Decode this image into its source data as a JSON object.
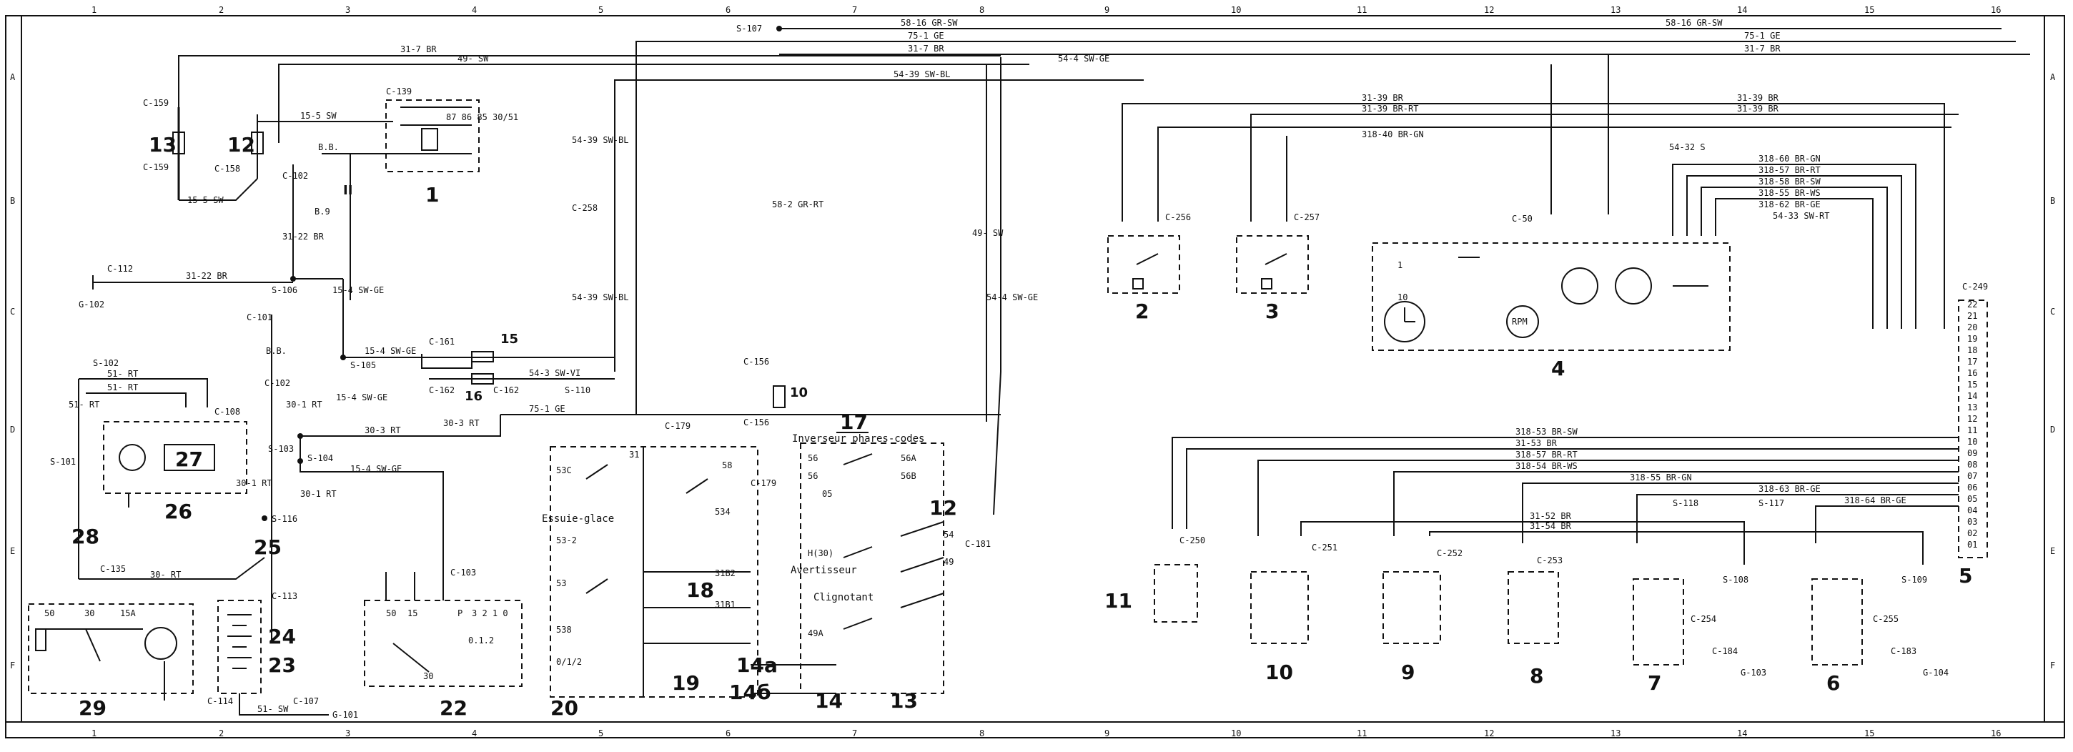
{
  "grid": {
    "columns": [
      "1",
      "2",
      "3",
      "4",
      "5",
      "6",
      "7",
      "8",
      "9",
      "10",
      "11",
      "12",
      "13",
      "14",
      "15",
      "16"
    ],
    "rows": [
      "A",
      "B",
      "C",
      "D",
      "E",
      "F"
    ]
  },
  "components": {
    "c1": "1",
    "c2": "2",
    "c3": "3",
    "c4": "4",
    "c5": "5",
    "c6": "6",
    "c7": "7",
    "c8": "8",
    "c9": "9",
    "c10": "10",
    "c10b": "10",
    "c11": "11",
    "c12": "12",
    "c12b": "12",
    "c13": "13",
    "c13b": "13",
    "c14": "14",
    "c14a": "14a",
    "c14b": "14б",
    "c15": "15",
    "c16": "16",
    "c17": "17",
    "c18": "18",
    "c19": "19",
    "c20": "20",
    "c22": "22",
    "c23": "23",
    "c24": "24",
    "c25": "25",
    "c26": "26",
    "c27": "27",
    "c28": "28",
    "c29": "29",
    "roman2": "II"
  },
  "top_wires": [
    "31-7 BR",
    "49- SW",
    "58-16 GR-SW",
    "75-1 GE",
    "31-7 BR",
    "54-4 SW-GE",
    "54-39 SW-BL"
  ],
  "right_top_wires": [
    "58-16 GR-SW",
    "75-1 GE",
    "31-7 BR"
  ],
  "gauge_wires": [
    "31-39 BR",
    "31-39 BR-RT",
    "318-40 BR-GN",
    "31-39 BR",
    "31-39 BR"
  ],
  "lamp_wires": [
    "54-32 S",
    "318-60 BR-GN",
    "318-57 BR-RT",
    "318-58 BR-SW",
    "318-55 BR-WS",
    "318-62 BR-GE",
    "54-33 SW-RT"
  ],
  "lower_wires": [
    "318-53 BR-SW",
    "31-53 BR",
    "318-57 BR-RT",
    "318-54 BR-WS",
    "318-55 BR-GN",
    "318-63 BR-GE",
    "318-64 BR-GE",
    "31-52 BR",
    "31-54 BR"
  ],
  "connector_pins": [
    "22",
    "21",
    "20",
    "19",
    "18",
    "17",
    "16",
    "15",
    "14",
    "13",
    "12",
    "11",
    "10",
    "09",
    "08",
    "07",
    "06",
    "05",
    "04",
    "03",
    "02",
    "01"
  ],
  "connectors": {
    "c159a": "C-159",
    "c159b": "C-159",
    "c158": "C-158",
    "c139": "C-139",
    "c102": "C-102",
    "c102b": "C-102",
    "c112": "C-112",
    "g102": "G-102",
    "s106": "S-106",
    "c101": "C-101",
    "s102": "S-102",
    "c108": "C-108",
    "s101": "S-101",
    "c135": "C-135",
    "c113": "C-113",
    "c114": "C-114",
    "c107": "C-107",
    "g101": "G-101",
    "s116": "S-116",
    "s103": "S-103",
    "s104": "S-104",
    "s105": "S-105",
    "c161": "C-161",
    "c162a": "C-162",
    "c162b": "C-162",
    "s110": "S-110",
    "c258": "C-258",
    "s107": "S-107",
    "c156a": "C-156",
    "c156b": "C-156",
    "c179a": "C-179",
    "c179b": "C-179",
    "c103": "C-103",
    "c181": "C-181",
    "c256": "C-256",
    "c257": "C-257",
    "c50": "C-50",
    "c249": "C-249",
    "c250": "C-250",
    "c251": "C-251",
    "c252": "C-252",
    "c253": "C-253",
    "c254": "C-254",
    "c255": "C-255",
    "c184": "C-184",
    "c183": "C-183",
    "g103": "G-103",
    "g104": "G-104",
    "s108": "S-108",
    "s109": "S-109",
    "s117": "S-117",
    "s118": "S-118"
  },
  "misc_labels": {
    "w155": "15-5 SW",
    "w155b": "15-5 SW",
    "bb": "B.B.",
    "b9": "B.9",
    "w3122": "31-22 BR",
    "w3122v": "31-22 BR",
    "w154a": "15-4 SW-GE",
    "w154b": "15-4 SW-GE",
    "w154c": "15-4 SW-GE",
    "w154d": "15-4 SW-GE",
    "w301": "30-1 RT",
    "w301b": "30-1 RT",
    "w303": "30-3 RT",
    "w303b": "30-3 RT",
    "w751": "75-1 GE",
    "w51a": "51- RT",
    "w51b": "51- RT",
    "w51c": "51- RT",
    "w51sw": "51- SW",
    "w30rt": "30- RT",
    "w5439v": "54-39 SW-BL",
    "w5439v2": "54-39 SW-BL",
    "w543": "54-3 SW-VI",
    "w582": "58-2 GR-RT",
    "w49sw": "49- SW",
    "w544": "54-4 SW-GE",
    "r8786": "87 86 85 30/51",
    "p30": "30",
    "p15": "15",
    "p50": "50",
    "p15a": "15A",
    "pP": "P",
    "p3210": "3 2 1 0",
    "p012": "0.1.2",
    "s53c": "53C",
    "s53": "53",
    "s538": "538",
    "s5332": "53-2",
    "s531": "31",
    "s0172": "0/1/2",
    "s31b2": "31B2",
    "s31b1": "31B1",
    "s534": "534",
    "s58": "58",
    "s56a": "56A",
    "s56b": "56B",
    "s56": "56",
    "s05": "05",
    "s49a": "49A",
    "s54": "54",
    "s49": "49",
    "sH": "H(30)",
    "essuie": "Essuie-glace",
    "inverseur": "Inverseur phares-codes",
    "avertisseur": "Avertisseur",
    "clignotant": "Clignotant",
    "rpm": "RPM",
    "p1": "1",
    "p10": "10"
  }
}
